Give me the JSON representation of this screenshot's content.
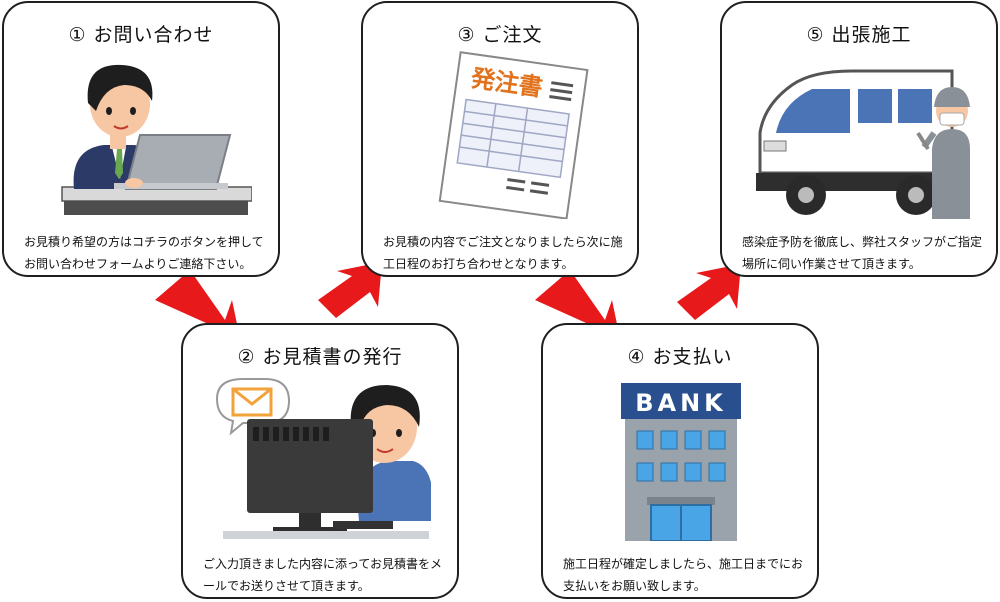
{
  "steps": [
    {
      "number": "①",
      "title": "お問い合わせ",
      "description": "お見積り希望の方はコチラのボタンを押してお問い合わせフォームよりご連絡下さい。"
    },
    {
      "number": "②",
      "title": "お見積書の発行",
      "description": "ご入力頂きました内容に添ってお見積書をメールでお送りさせて頂きます。"
    },
    {
      "number": "③",
      "title": "ご注文",
      "description": "お見積の内容でご注文となりましたら次に施工日程のお打ち合わせとなります。",
      "document_label": "発注書"
    },
    {
      "number": "④",
      "title": "お支払い",
      "description": "施工日程が確定しましたら、施工日までにお支払いをお願い致します。",
      "sign_label": "BANK"
    },
    {
      "number": "⑤",
      "title": "出張施工",
      "description": "感染症予防を徹底し、弊社スタッフがご指定場所に伺い作業させて頂きます。"
    }
  ],
  "colors": {
    "arrow": "#e8191b",
    "border": "#1f1f1f",
    "bank_sign": "#2a4f8f"
  },
  "icons": [
    "businessman-laptop-icon",
    "mail-notification-icon",
    "purchase-order-icon",
    "bank-building-icon",
    "service-van-worker-icon"
  ]
}
